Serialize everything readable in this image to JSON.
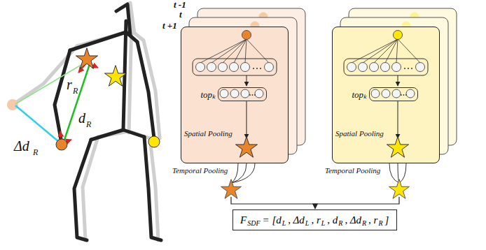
{
  "diagram": {
    "nodes": [
      {
        "text": [
          "Spatial Pooling"
        ]
      },
      {
        "text": [
          "topₖ"
        ],
        "in": 0
      },
      {
        "text": [
          "Spatial Pooling"
        ]
      },
      {
        "text": [
          "topₖ"
        ],
        "in": 2
      },
      {
        "text": [
          "F",
          "SDF",
          "= [d",
          "L",
          ", Δd",
          "L",
          ", r",
          "L",
          ", d",
          "R",
          ", Δd",
          "R",
          ", r",
          "R",
          "]"
        ]
      }
    ],
    "labels": [
      "t -1",
      "t",
      "t +1",
      "Temporal Pooling",
      "Temporal Pooling",
      "r",
      "R",
      "d",
      "R",
      "Δd",
      "R"
    ]
  }
}
